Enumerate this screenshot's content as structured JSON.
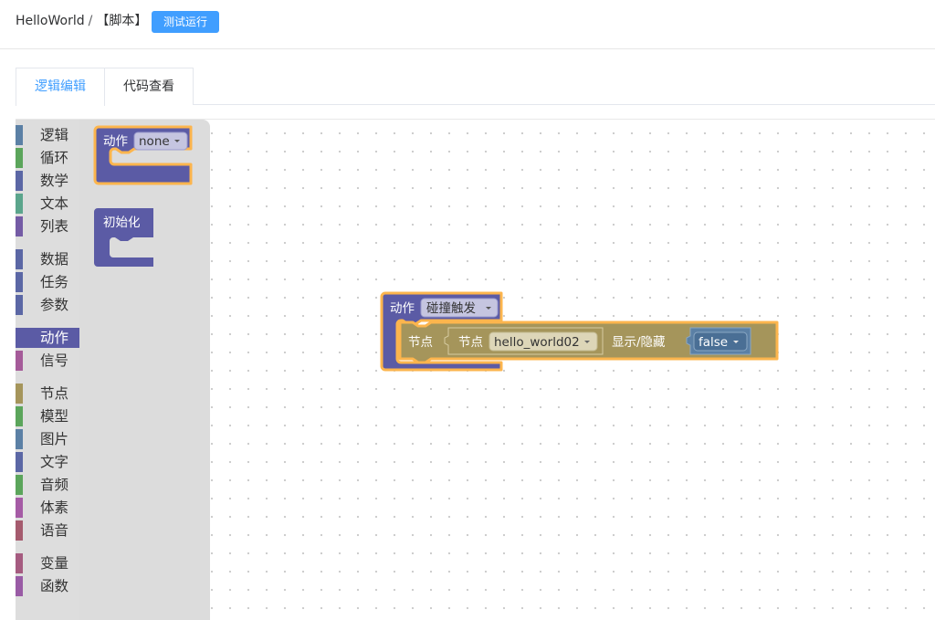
{
  "header": {
    "project": "HelloWorld",
    "separator": "/",
    "script_label": "【脚本】",
    "run_button": "测试运行"
  },
  "tabs": [
    {
      "label": "逻辑编辑",
      "active": true
    },
    {
      "label": "代码查看",
      "active": false
    }
  ],
  "toolbox": {
    "categories": [
      {
        "label": "逻辑",
        "color": "#5b80a5"
      },
      {
        "label": "循环",
        "color": "#5ba55b"
      },
      {
        "label": "数学",
        "color": "#5b67a5"
      },
      {
        "label": "文本",
        "color": "#5ba58c"
      },
      {
        "label": "列表",
        "color": "#745ba5"
      },
      {
        "label": "数据",
        "color": "#5b67a5"
      },
      {
        "label": "任务",
        "color": "#5b67a5"
      },
      {
        "label": "参数",
        "color": "#5b67a5"
      },
      {
        "label": "动作",
        "color": "#5b5ba5",
        "selected": true
      },
      {
        "label": "信号",
        "color": "#a55b99"
      },
      {
        "label": "节点",
        "color": "#a5955b"
      },
      {
        "label": "模型",
        "color": "#5ba55b"
      },
      {
        "label": "图片",
        "color": "#5b80a5"
      },
      {
        "label": "文字",
        "color": "#5b67a5"
      },
      {
        "label": "音频",
        "color": "#5ba55b"
      },
      {
        "label": "体素",
        "color": "#a55ba5"
      },
      {
        "label": "语音",
        "color": "#a55b6e"
      },
      {
        "label": "变量",
        "color": "#a55b80"
      },
      {
        "label": "函数",
        "color": "#995ba5"
      }
    ]
  },
  "flyout": {
    "action_block": {
      "label": "动作",
      "dropdown": "none"
    },
    "init_block": {
      "label": "初始化"
    }
  },
  "canvas": {
    "action_block": {
      "label": "动作",
      "dropdown": "碰撞触发"
    },
    "node_statement": {
      "label": "节点",
      "node_value": {
        "label": "节点",
        "dropdown": "hello_world02"
      },
      "visible_label": "显示/隐藏",
      "bool_value": "false"
    }
  },
  "colors": {
    "action_block": "#5b5ba5",
    "node_block": "#a5955b",
    "bool_block": "#5b80a5",
    "highlight": "#fcb54d",
    "accent": "#409eff"
  }
}
